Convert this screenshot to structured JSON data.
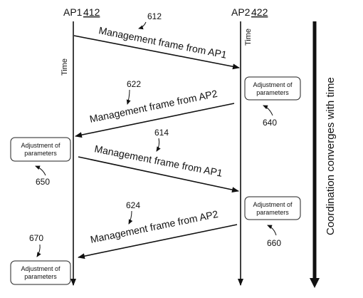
{
  "diagram": {
    "ap1": {
      "label": "AP1",
      "ref": "412"
    },
    "ap2": {
      "label": "AP2",
      "ref": "422"
    },
    "time_label": "Time",
    "side_label": "Coordination converges with time",
    "frames": [
      {
        "label": "Management frame from AP1",
        "ref": "612"
      },
      {
        "label": "Management frame from AP2",
        "ref": "622"
      },
      {
        "label": "Management frame from AP1",
        "ref": "614"
      },
      {
        "label": "Management frame from AP2",
        "ref": "624"
      }
    ],
    "adjustments": [
      {
        "line1": "Adjustment of",
        "line2": "parameters",
        "ref": "640"
      },
      {
        "line1": "Adjustment of",
        "line2": "parameters",
        "ref": "650"
      },
      {
        "line1": "Adjustment of",
        "line2": "parameters",
        "ref": "660"
      },
      {
        "line1": "Adjustment of",
        "line2": "parameters",
        "ref": "670"
      }
    ]
  }
}
